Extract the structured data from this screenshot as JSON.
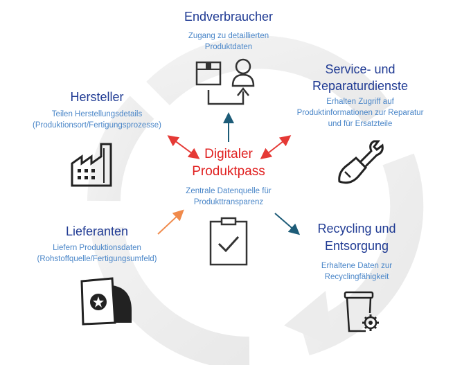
{
  "center": {
    "title_line1": "Digitaler",
    "title_line2": "Produktpass",
    "sub_line1": "Zentrale Datenquelle für",
    "sub_line2": "Produkttransparenz"
  },
  "endverbraucher": {
    "title": "Endverbraucher",
    "sub_line1": "Zugang zu detaillierten",
    "sub_line2": "Produktdaten"
  },
  "hersteller": {
    "title": "Hersteller",
    "sub_line1": "Teilen Herstellungsdetails",
    "sub_line2": "(Produktionsort/Fertigungsprozesse)"
  },
  "service": {
    "title_line1": "Service- und",
    "title_line2": "Reparaturdienste",
    "sub_line1": "Erhalten Zugriff auf",
    "sub_line2": "Produktinformationen zur Reparatur",
    "sub_line3": "und für Ersatzteile"
  },
  "lieferanten": {
    "title": "Lieferanten",
    "sub_line1": "Liefern Produktionsdaten",
    "sub_line2": "(Rohstoffquelle/Fertigungsumfeld)"
  },
  "recycling": {
    "title_line1": "Recycling und",
    "title_line2": "Entsorgung",
    "sub_line1": "Erhaltene Daten zur",
    "sub_line2": "Recyclingfähigkeit"
  },
  "colors": {
    "title_blue": "#1f3a93",
    "sub_blue": "#4a86c8",
    "center_red": "#e02020",
    "arrow_red": "#e53935",
    "arrow_orange": "#f08a4b",
    "arrow_teal": "#1d5c78",
    "cycle_gray": "#f0f0f0"
  },
  "icons": [
    "person-with-box-icon",
    "factory-icon",
    "wrench-plug-icon",
    "sack-icon",
    "clipboard-check-icon",
    "recycle-bin-gear-icon"
  ]
}
